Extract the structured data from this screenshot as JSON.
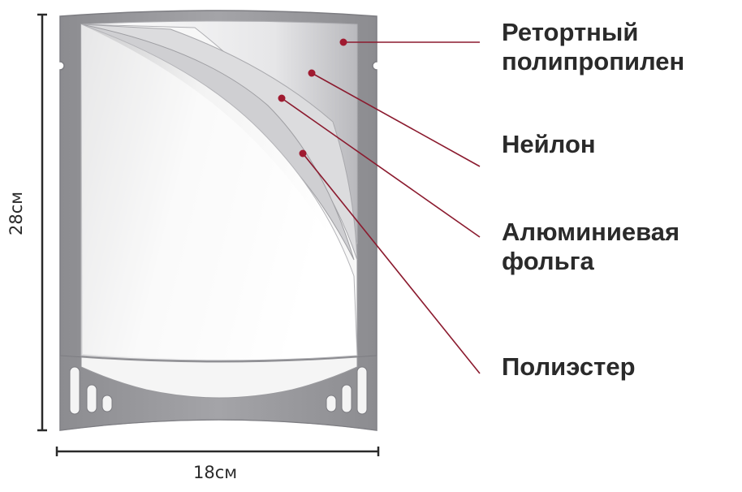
{
  "dimensions": {
    "width_label": "18см",
    "height_label": "28см"
  },
  "layers": [
    {
      "line1": "Ретортный",
      "line2": "полипропилен"
    },
    {
      "line1": "Нейлон",
      "line2": ""
    },
    {
      "line1": "Алюминиевая",
      "line2": "фольга"
    },
    {
      "line1": "Полиэстер",
      "line2": ""
    }
  ],
  "colors": {
    "callout_line": "#8b1a2e",
    "callout_dot": "#a01a30",
    "bag_frame": "#8f8f93",
    "text": "#2a2a2a"
  }
}
